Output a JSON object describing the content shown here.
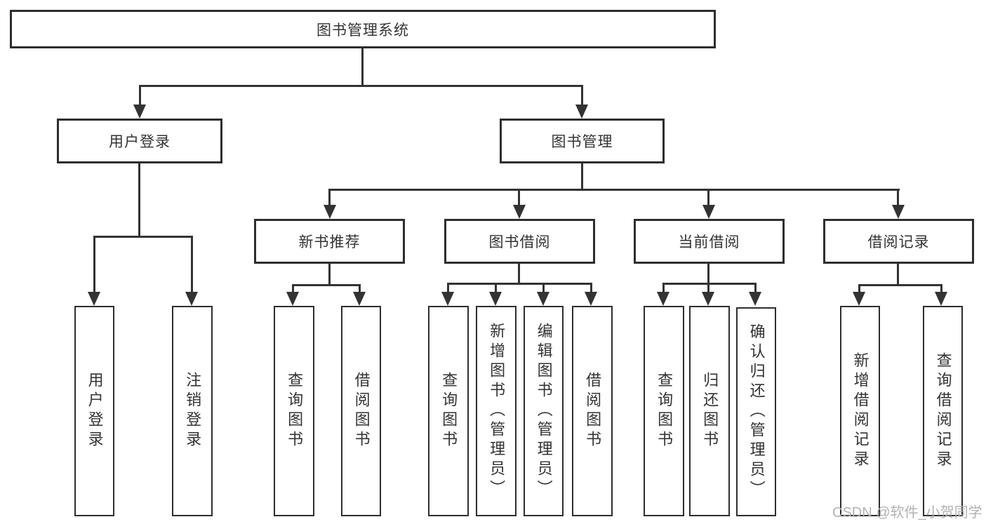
{
  "diagram": {
    "root_label": "图书管理系统",
    "user_login": {
      "label": "用户登录",
      "children": [
        {
          "label": "用户登录"
        },
        {
          "label": "注销登录"
        }
      ]
    },
    "book_management": {
      "label": "图书管理",
      "categories": [
        {
          "label": "新书推荐",
          "children": [
            {
              "label": "查询图书"
            },
            {
              "label": "借阅图书"
            }
          ]
        },
        {
          "label": "图书借阅",
          "children": [
            {
              "label": "查询图书"
            },
            {
              "label": "新增图书（管理员）"
            },
            {
              "label": "编辑图书（管理员）"
            },
            {
              "label": "借阅图书"
            }
          ]
        },
        {
          "label": "当前借阅",
          "children": [
            {
              "label": "查询图书"
            },
            {
              "label": "归还图书"
            },
            {
              "label": "确认归还（管理员）"
            }
          ]
        },
        {
          "label": "借阅记录",
          "children": [
            {
              "label": "新增借阅记录"
            },
            {
              "label": "查询借阅记录"
            }
          ]
        }
      ]
    },
    "colors": {
      "line": "#333333",
      "text": "#333333",
      "watermark": "#b2b2b2",
      "background": "#ffffff"
    }
  },
  "watermark": {
    "text": "CSDN @软件_小贺同学"
  }
}
